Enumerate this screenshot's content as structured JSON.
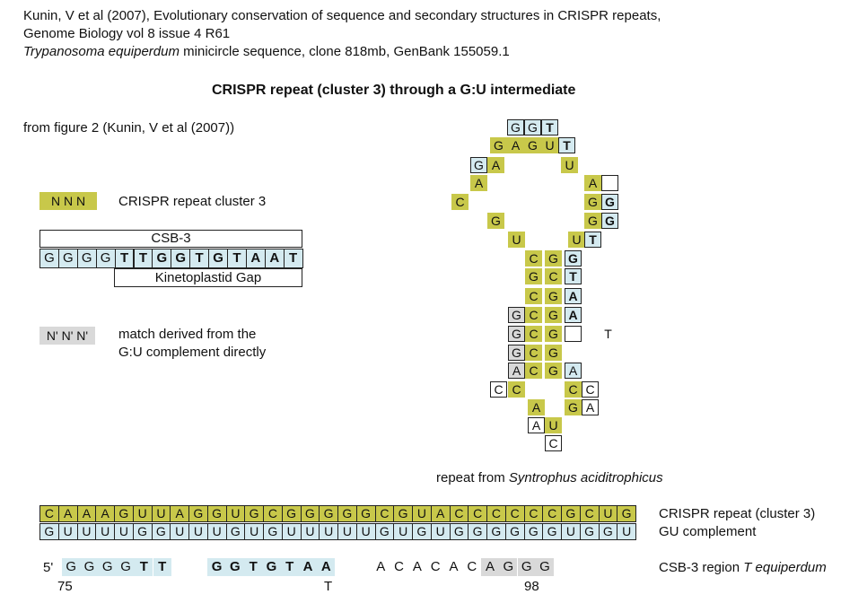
{
  "header": {
    "line1": "Kunin, V et al (2007), Evolutionary conservation of sequence and secondary structures in CRISPR repeats,",
    "line2": "Genome Biology vol 8  issue 4 R61",
    "line3_italic": "Trypanosoma equiperdum",
    "line3_rest": " minicircle sequence, clone 818mb, GenBank 155059.1"
  },
  "title": "CRISPR repeat (cluster 3) through a G:U intermediate",
  "from_figure": "from figure 2 (Kunin, V et al (2007))",
  "legend": {
    "crispr_swatch": "N N N",
    "crispr_label": "CRISPR repeat cluster 3",
    "gu_swatch": "N' N' N'",
    "gu_label_line1": "match derived from the",
    "gu_label_line2": "G:U complement directly"
  },
  "csb_box": {
    "top_label": "CSB-3",
    "bottom_label": "Kinetoplastid Gap",
    "cells": [
      "G",
      "G",
      "G",
      "G",
      "T",
      "T",
      "G",
      "G",
      "T",
      "G",
      "T",
      "A",
      "A",
      "T"
    ],
    "bold": [
      false,
      false,
      false,
      false,
      true,
      true,
      true,
      true,
      true,
      true,
      true,
      true,
      true,
      true
    ]
  },
  "colors": {
    "green": "#c8c84a",
    "blue": "#d4eaf0",
    "grey": "#d9d9d9"
  },
  "hairpin": {
    "cells": [
      {
        "t": "G",
        "c": "blue"
      },
      {
        "t": "G",
        "c": "blue"
      },
      {
        "t": "T",
        "c": "blue",
        "b": true
      },
      {
        "t": "G",
        "c": "green"
      },
      {
        "t": "A",
        "c": "green"
      },
      {
        "t": "G",
        "c": "green"
      },
      {
        "t": "U",
        "c": "green"
      },
      {
        "t": "T",
        "c": "blue",
        "b": true
      },
      {
        "t": "G",
        "c": "blue"
      },
      {
        "t": "A",
        "c": "green"
      },
      {
        "t": "U",
        "c": "green"
      },
      {
        "t": "A",
        "c": "green"
      },
      {
        "t": "A",
        "c": "green"
      },
      {
        "t": "",
        "c": "white"
      },
      {
        "t": "C",
        "c": "green"
      },
      {
        "t": "G",
        "c": "green"
      },
      {
        "t": "G",
        "c": "blue",
        "b": true
      },
      {
        "t": "G",
        "c": "green"
      },
      {
        "t": "G",
        "c": "green"
      },
      {
        "t": "G",
        "c": "blue",
        "b": true
      },
      {
        "t": "U",
        "c": "green"
      },
      {
        "t": "U",
        "c": "green"
      },
      {
        "t": "T",
        "c": "blue",
        "b": true
      },
      {
        "t": "C",
        "c": "green"
      },
      {
        "t": "G",
        "c": "green"
      },
      {
        "t": "G",
        "c": "blue",
        "b": true
      },
      {
        "t": "G",
        "c": "green"
      },
      {
        "t": "C",
        "c": "green"
      },
      {
        "t": "T",
        "c": "blue",
        "b": true
      },
      {
        "t": "C",
        "c": "green"
      },
      {
        "t": "G",
        "c": "green"
      },
      {
        "t": "A",
        "c": "blue",
        "b": true
      },
      {
        "t": "G",
        "c": "grey"
      },
      {
        "t": "C",
        "c": "green"
      },
      {
        "t": "G",
        "c": "green"
      },
      {
        "t": "A",
        "c": "blue",
        "b": true
      },
      {
        "t": "G",
        "c": "grey"
      },
      {
        "t": "C",
        "c": "green"
      },
      {
        "t": "G",
        "c": "green"
      },
      {
        "t": "",
        "c": "white"
      },
      {
        "t": "T",
        "c": "none"
      },
      {
        "t": "G",
        "c": "grey"
      },
      {
        "t": "C",
        "c": "green"
      },
      {
        "t": "G",
        "c": "green"
      },
      {
        "t": "A",
        "c": "grey"
      },
      {
        "t": "C",
        "c": "green"
      },
      {
        "t": "G",
        "c": "green"
      },
      {
        "t": "A",
        "c": "blue"
      },
      {
        "t": "C",
        "c": "white"
      },
      {
        "t": "C",
        "c": "green"
      },
      {
        "t": "C",
        "c": "green"
      },
      {
        "t": "C",
        "c": "white"
      },
      {
        "t": "A",
        "c": "green"
      },
      {
        "t": "G",
        "c": "green"
      },
      {
        "t": "A",
        "c": "white"
      },
      {
        "t": "A",
        "c": "white"
      },
      {
        "t": "U",
        "c": "green"
      },
      {
        "t": "C",
        "c": "white"
      }
    ]
  },
  "repeat_caption_pre": "repeat from ",
  "repeat_caption_italic": "Syntrophus aciditrophicus",
  "crispr_row": {
    "cells": [
      "C",
      "A",
      "A",
      "A",
      "G",
      "U",
      "U",
      "A",
      "G",
      "G",
      "U",
      "G",
      "C",
      "G",
      "G",
      "G",
      "G",
      "G",
      "C",
      "G",
      "U",
      "A",
      "C",
      "C",
      "C",
      "C",
      "C",
      "C",
      "G",
      "C",
      "U",
      "G"
    ],
    "label": "CRISPR repeat (cluster 3)"
  },
  "gu_row": {
    "cells": [
      "G",
      "U",
      "U",
      "U",
      "U",
      "G",
      "G",
      "U",
      "U",
      "U",
      "G",
      "U",
      "G",
      "U",
      "U",
      "U",
      "U",
      "U",
      "G",
      "U",
      "G",
      "U",
      "G",
      "G",
      "G",
      "G",
      "G",
      "G",
      "U",
      "G",
      "G",
      "U"
    ],
    "label": "GU complement"
  },
  "csb_region": {
    "prefix": "5'",
    "seq": [
      "G",
      "G",
      "G",
      "G",
      "T",
      "T",
      "",
      "",
      "G",
      "G",
      "T",
      "G",
      "T",
      "A",
      "A",
      "",
      "",
      "A",
      "C",
      "A",
      "C",
      "A",
      "C",
      "A",
      "G",
      "G",
      "G"
    ],
    "label_pre": "CSB-3 region ",
    "label_italic": "T equiperdum",
    "num_start": "75",
    "num_mid": "T",
    "num_end": "98"
  }
}
